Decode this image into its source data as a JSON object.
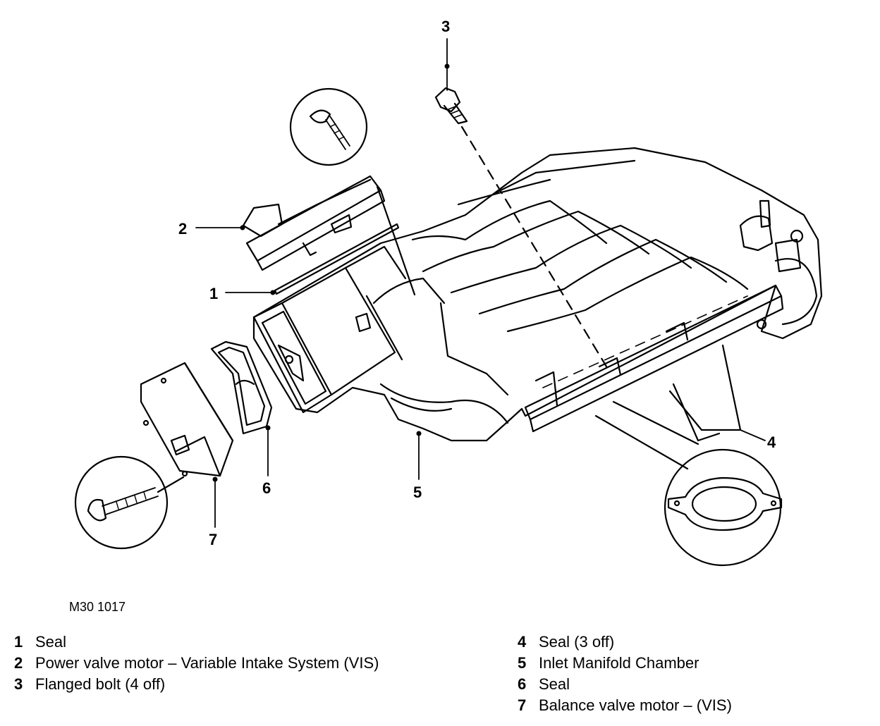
{
  "callouts": [
    "1",
    "2",
    "3",
    "4",
    "5",
    "6",
    "7"
  ],
  "reference_code": "M30 1017",
  "legend": {
    "left": [
      {
        "num": "1",
        "text": "Seal"
      },
      {
        "num": "2",
        "text": "Power valve motor – Variable Intake System (VIS)"
      },
      {
        "num": "3",
        "text": "Flanged bolt (4 off)"
      }
    ],
    "right": [
      {
        "num": "4",
        "text": "Seal (3 off)"
      },
      {
        "num": "5",
        "text": "Inlet Manifold Chamber"
      },
      {
        "num": "6",
        "text": "Seal"
      },
      {
        "num": "7",
        "text": "Balance valve motor – (VIS)"
      }
    ]
  }
}
